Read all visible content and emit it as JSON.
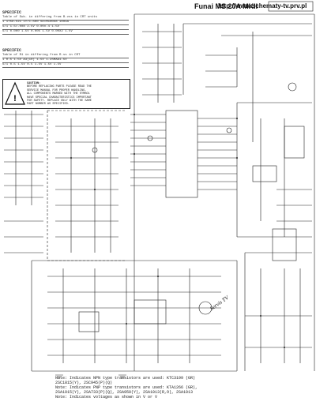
{
  "header": {
    "title": "Funai MS 20A MKII",
    "url": "http://www.schematy-tv.prv.pl"
  },
  "table1": {
    "heading": "SPECIFIC",
    "rows": [
      "Table of Sub. in differing from B.vss in CRT units",
      "1     175D-V21     IY/C-S00     SD=M100X8    1004A",
      "S/1   1.5=.008     2.5V         0.00x.4      1.5V",
      "S/1   0.000 1.5V   0.005 1.5V   0.00X2 1.5V"
    ]
  },
  "table2": {
    "heading": "SPECIFIC",
    "rows": [
      "Table of R1 in differing from R.ss in CRT",
      "1     0.5 1.5V     A3(10) 1.5V  1.2SMAA1.5V",
      "S/1   0.5 1.5V     0.5 1.5V     1.5V   1.5V"
    ]
  },
  "caution": {
    "lines": [
      "CAUTION:",
      "BEFORE REPLACING PARTS PLEASE READ THE",
      "SERVICE MANUAL FOR PROPER HANDLING.",
      "ALL COMPONENTS MARKED WITH THE SYMBOL",
      "HAVE SPECIAL CHARACTERISTICS IMPORTANT",
      "FOR SAFETY. REPLACE ONLY WITH THE SAME",
      "PART NUMBER AS SPECIFIED."
    ]
  },
  "logo": "Servis TV",
  "notes": [
    "Note: Indicates NPN type transistors are used: KTC3199 (GR)",
    "      2SC1815(Y), 2SC945(P)(Q)",
    "Note: Indicates PNP type transistors are used: KTA1266 (GR),",
    "      2SA1015(Y), 2SA733(P)(Q), 2SA950(Y), 2SA1013(R,O), 2SA1013",
    "Note: Indicates voltages as shown in V or V"
  ]
}
